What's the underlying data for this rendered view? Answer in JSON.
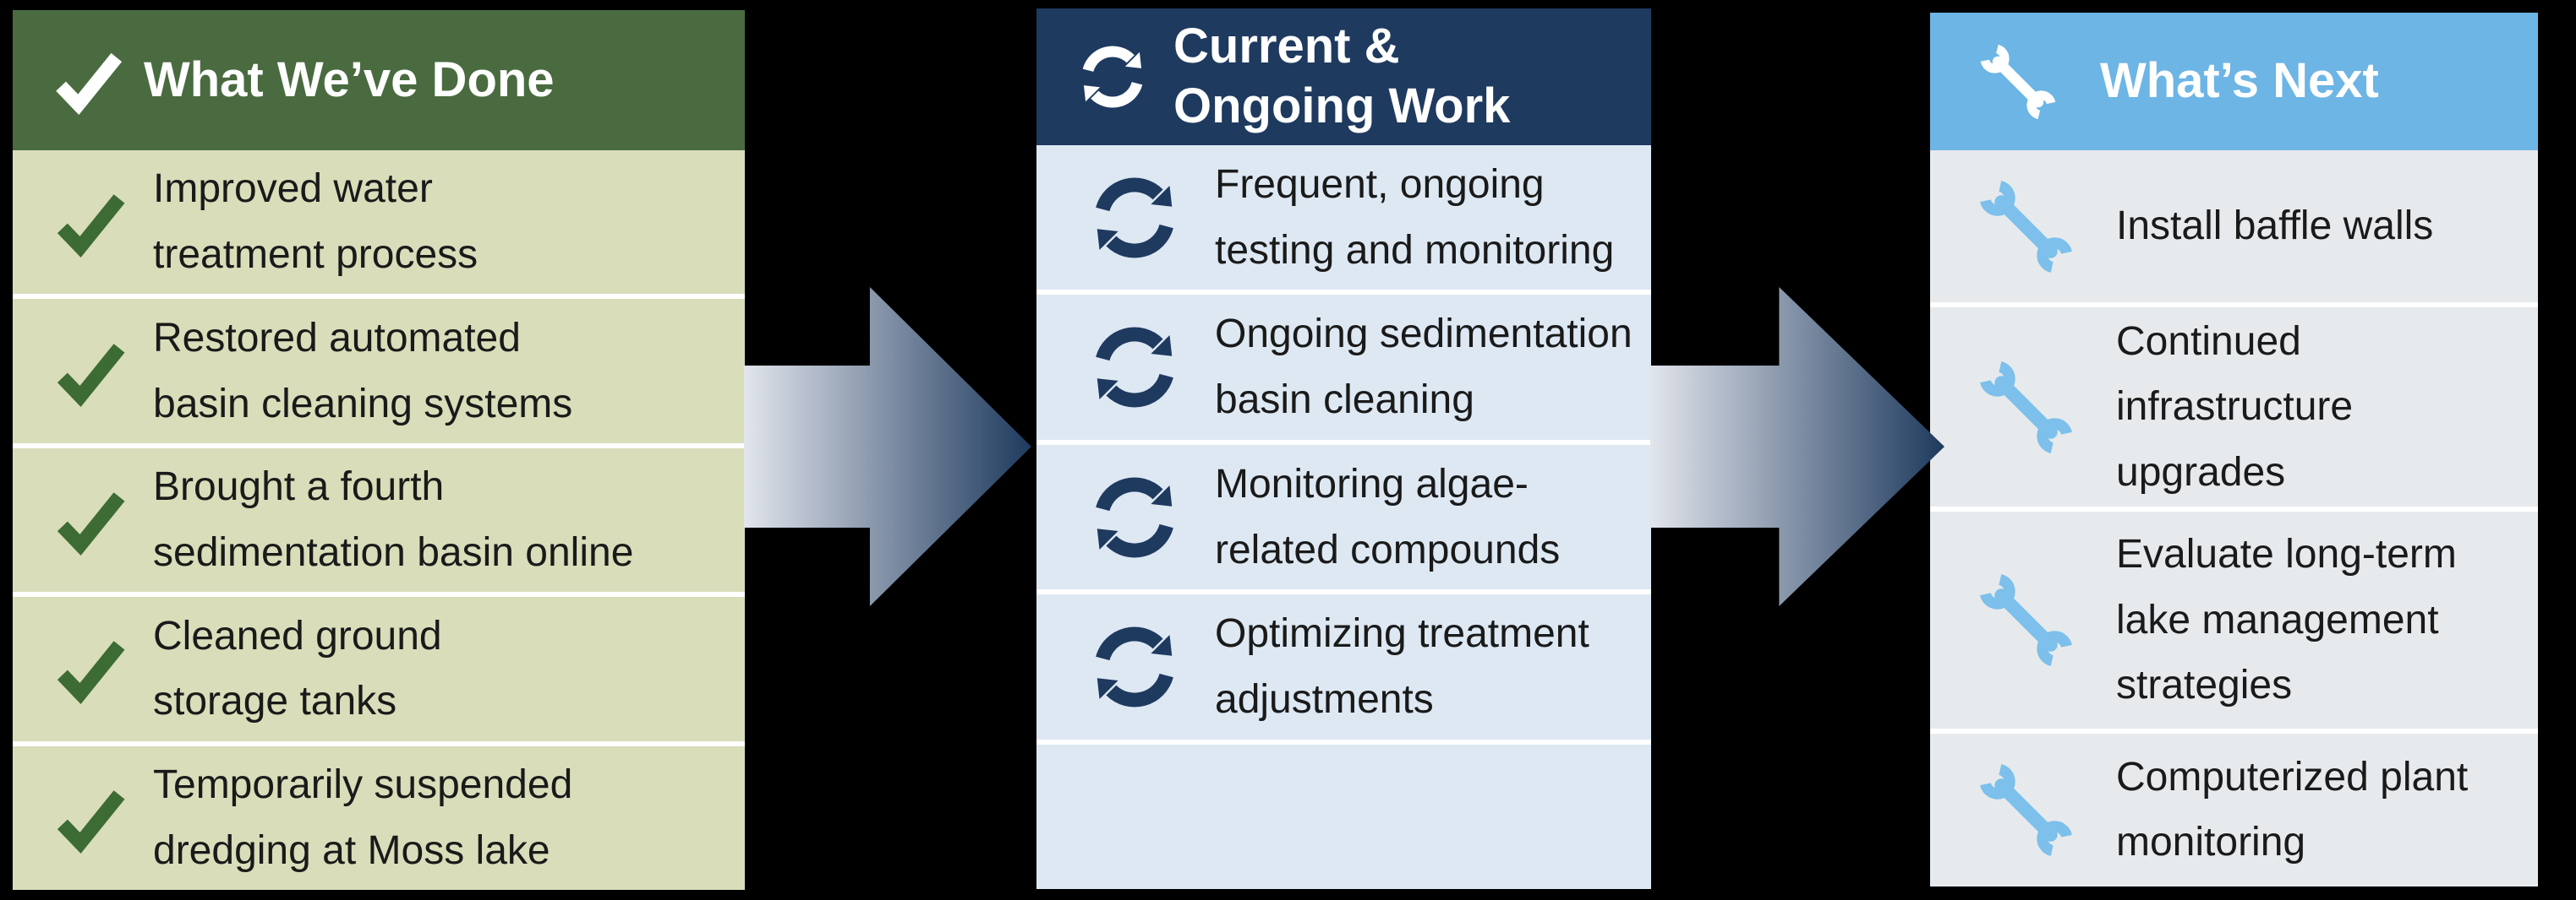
{
  "theme": {
    "canvas-bg": "#000000",
    "done-header-bg": "#4a6b40",
    "done-body-bg": "#d9ddb9",
    "done-check": "#3d6b34",
    "ongoing-header-bg": "#1f3a5f",
    "ongoing-body-bg": "#dde8f3",
    "ongoing-icon": "#1f3a5f",
    "next-header-bg": "#6db5e5",
    "next-body-bg": "#e7eaec",
    "next-icon": "#7cc0eb",
    "header-text": "#ffffff",
    "item-text": "#1a1a1a",
    "divider": "#ffffff",
    "arrow-light": "#e2e5ec",
    "arrow-dark": "#1e3a5e"
  },
  "columns": [
    {
      "header": {
        "title": "What We’ve Done",
        "icon": "checkmark-icon"
      },
      "items": [
        {
          "text": "Improved water\ntreatment process"
        },
        {
          "text": "Restored automated\nbasin cleaning systems"
        },
        {
          "text": "Brought a fourth\nsedimentation basin online"
        },
        {
          "text": "Cleaned ground\nstorage tanks"
        },
        {
          "text": "Temporarily suspended\ndredging at Moss lake"
        }
      ]
    },
    {
      "header": {
        "title": "Current &\nOngoing Work",
        "icon": "cycle-arrows-icon"
      },
      "items": [
        {
          "text": "Frequent, ongoing\ntesting and monitoring"
        },
        {
          "text": "Ongoing sedimentation\nbasin cleaning"
        },
        {
          "text": "Monitoring algae-\nrelated compounds"
        },
        {
          "text": "Optimizing treatment\nadjustments"
        }
      ]
    },
    {
      "header": {
        "title": "What’s Next",
        "icon": "wrench-icon"
      },
      "items": [
        {
          "text": "Install baffle walls"
        },
        {
          "text": "Continued\ninfrastructure\nupgrades"
        },
        {
          "text": "Evaluate long-term\nlake management\nstrategies"
        },
        {
          "text": "Computerized plant\nmonitoring"
        }
      ]
    }
  ]
}
